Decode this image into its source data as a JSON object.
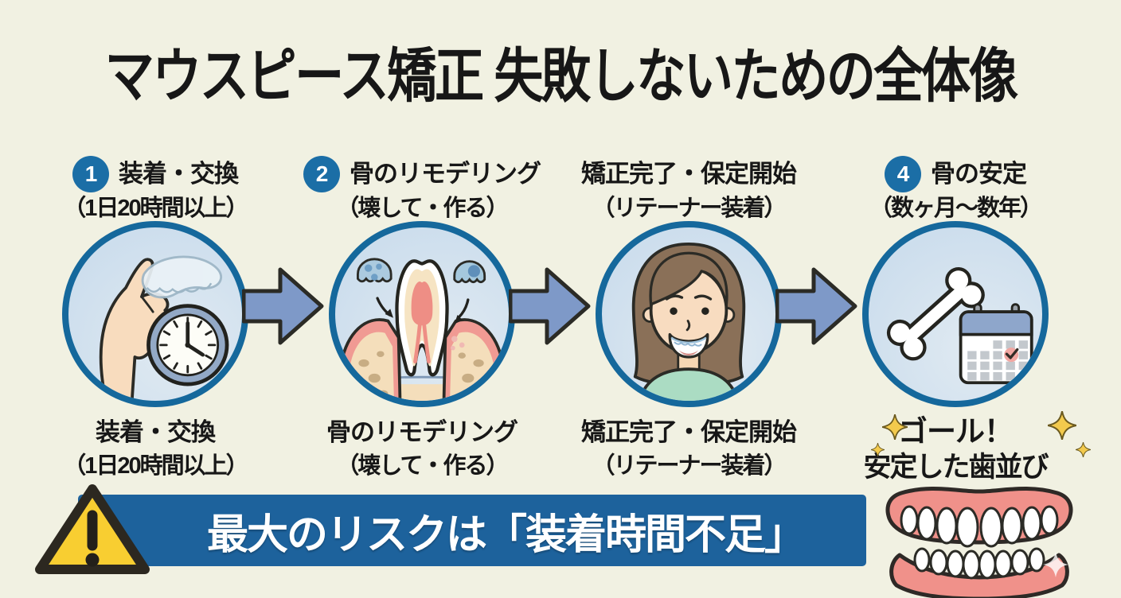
{
  "title": "マウスピース矯正 失敗しないための全体像",
  "steps": [
    {
      "number": "1",
      "heading": "装着・交換",
      "heading_sub": "（1日20時間以上）",
      "caption": "装着・交換",
      "caption_sub": "（1日20時間以上）",
      "illustration": "hand-holding-aligner-and-clock"
    },
    {
      "number": "2",
      "heading": "骨のリモデリング",
      "heading_sub": "（壊して・作る）",
      "caption": "骨のリモデリング",
      "caption_sub": "（壊して・作る）",
      "illustration": "tooth-bone-remodeling-cross-section"
    },
    {
      "number": "",
      "heading": "矯正完了・保定開始",
      "heading_sub": "（リテーナー装着）",
      "caption": "矯正完了・保定開始",
      "caption_sub": "（リテーナー装着）",
      "illustration": "smiling-patient-with-retainer"
    },
    {
      "number": "4",
      "heading": "骨の安定",
      "heading_sub": "（数ヶ月〜数年）",
      "caption": "",
      "caption_sub": "",
      "illustration": "bone-and-calendar"
    }
  ],
  "goal": {
    "line1": "ゴール！",
    "line2": "安定した歯並び"
  },
  "warning": {
    "message": "最大のリスクは「装着時間不足」"
  },
  "colors": {
    "background": "#f1f1e2",
    "text": "#171717",
    "step_badge": "#1b6ea6",
    "circle_fill": "#cddeed",
    "circle_border": "#15689c",
    "arrow": "#7e99c8",
    "banner": "#1d629c",
    "banner_text": "#ffffff",
    "warning_triangle": "#f8ce31",
    "sparkle": "#f3ca4d",
    "gum_pink": "#f0918a"
  }
}
